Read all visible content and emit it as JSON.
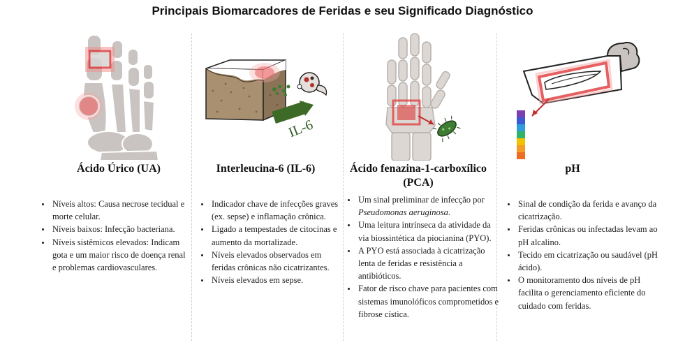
{
  "title": "Principais Biomarcadores de Feridas e seu Significado Diagnóstico",
  "columns": [
    {
      "illustration_label": "",
      "heading": "Ácido Úrico (UA)",
      "bullets": [
        "Níveis altos: Causa necrose tecidual e morte celular.",
        "Níveis baixos: Infecção bacteriana.",
        "Níveis sistêmicos elevados: Indicam gota e um maior risco de doença renal e problemas cardiovasculares."
      ]
    },
    {
      "illustration_label": "IL-6",
      "heading": "Interleucina-6 (IL-6)",
      "bullets": [
        "Indicador chave de infecções graves (ex. sepse) e inflamação crônica.",
        "Ligado a tempestades de citocinas e aumento da mortalizade.",
        "Níveis elevados observados em feridas crônicas não cicatrizantes.",
        "Níveis elevados em sepse."
      ]
    },
    {
      "illustration_label": "",
      "heading_line1": "Ácido fenazina-1-carboxílico",
      "heading_line2": "(PCA)",
      "bullet1_pre": "Um sinal preliminar de infecção por ",
      "bullet1_em": "Pseudomonas aeruginosa",
      "bullet1_post": ".",
      "bullets": [
        "Uma leitura intrínseca da atividade da via biossintética da piocianina (PYO).",
        "A PYO está associada à cicatrização lenta de feridas e resistência a antibióticos.",
        "Fator de risco chave para pacientes com sistemas imunolóficos comprometidos e fibrose cística."
      ]
    },
    {
      "illustration_label": "",
      "heading": "pH",
      "bullets": [
        "Sinal de condição da ferida e avanço da cicatrização.",
        "Feridas crônicas ou infectadas levam ao pH alcalino.",
        "Tecido em cicatrização ou saudável (pH ácido).",
        "O monitoramento dos níveis de pH facilita o gerenciamento eficiente do cuidado com feridas."
      ]
    }
  ],
  "colors": {
    "bone": "#c9c4c1",
    "bone_stroke": "#ffffff",
    "highlight_red": "#e0383a",
    "arrow_green": "#3d6b27",
    "bacteria_green": "#3f7d34",
    "ph_scale": [
      "#7b3fb0",
      "#3b5bd6",
      "#2e9fd8",
      "#32b36b",
      "#f2c200",
      "#f39c28",
      "#ef6d22"
    ]
  }
}
